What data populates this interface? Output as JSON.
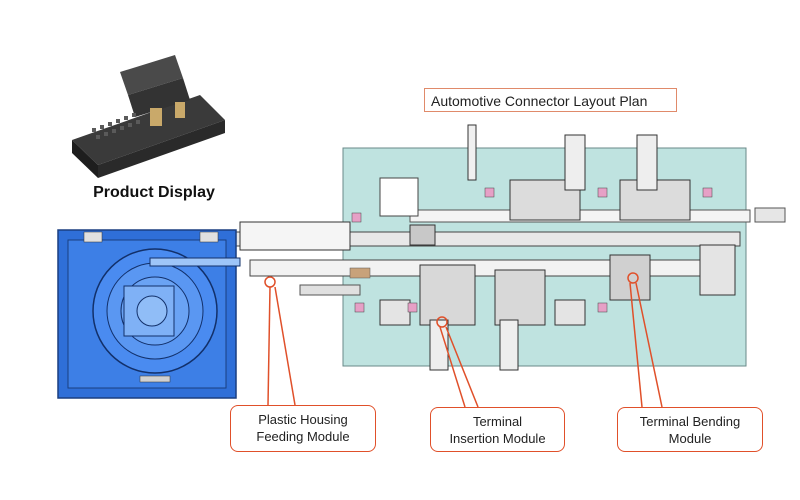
{
  "title": "Automotive Connector Layout Plan",
  "product_label": "Product Display",
  "callouts": {
    "housing": {
      "line1": "Plastic Housing",
      "line2": "Feeding Module"
    },
    "insertion": {
      "line1": "Terminal",
      "line2": "Insertion Module"
    },
    "bending": {
      "line1": "Terminal Bending",
      "line2": "Module"
    }
  },
  "colors": {
    "base_plate": "#bfe3e0",
    "feeder_blue": "#2f6fd8",
    "callout_border": "#e0502a",
    "title_border": "#e08a6a"
  }
}
